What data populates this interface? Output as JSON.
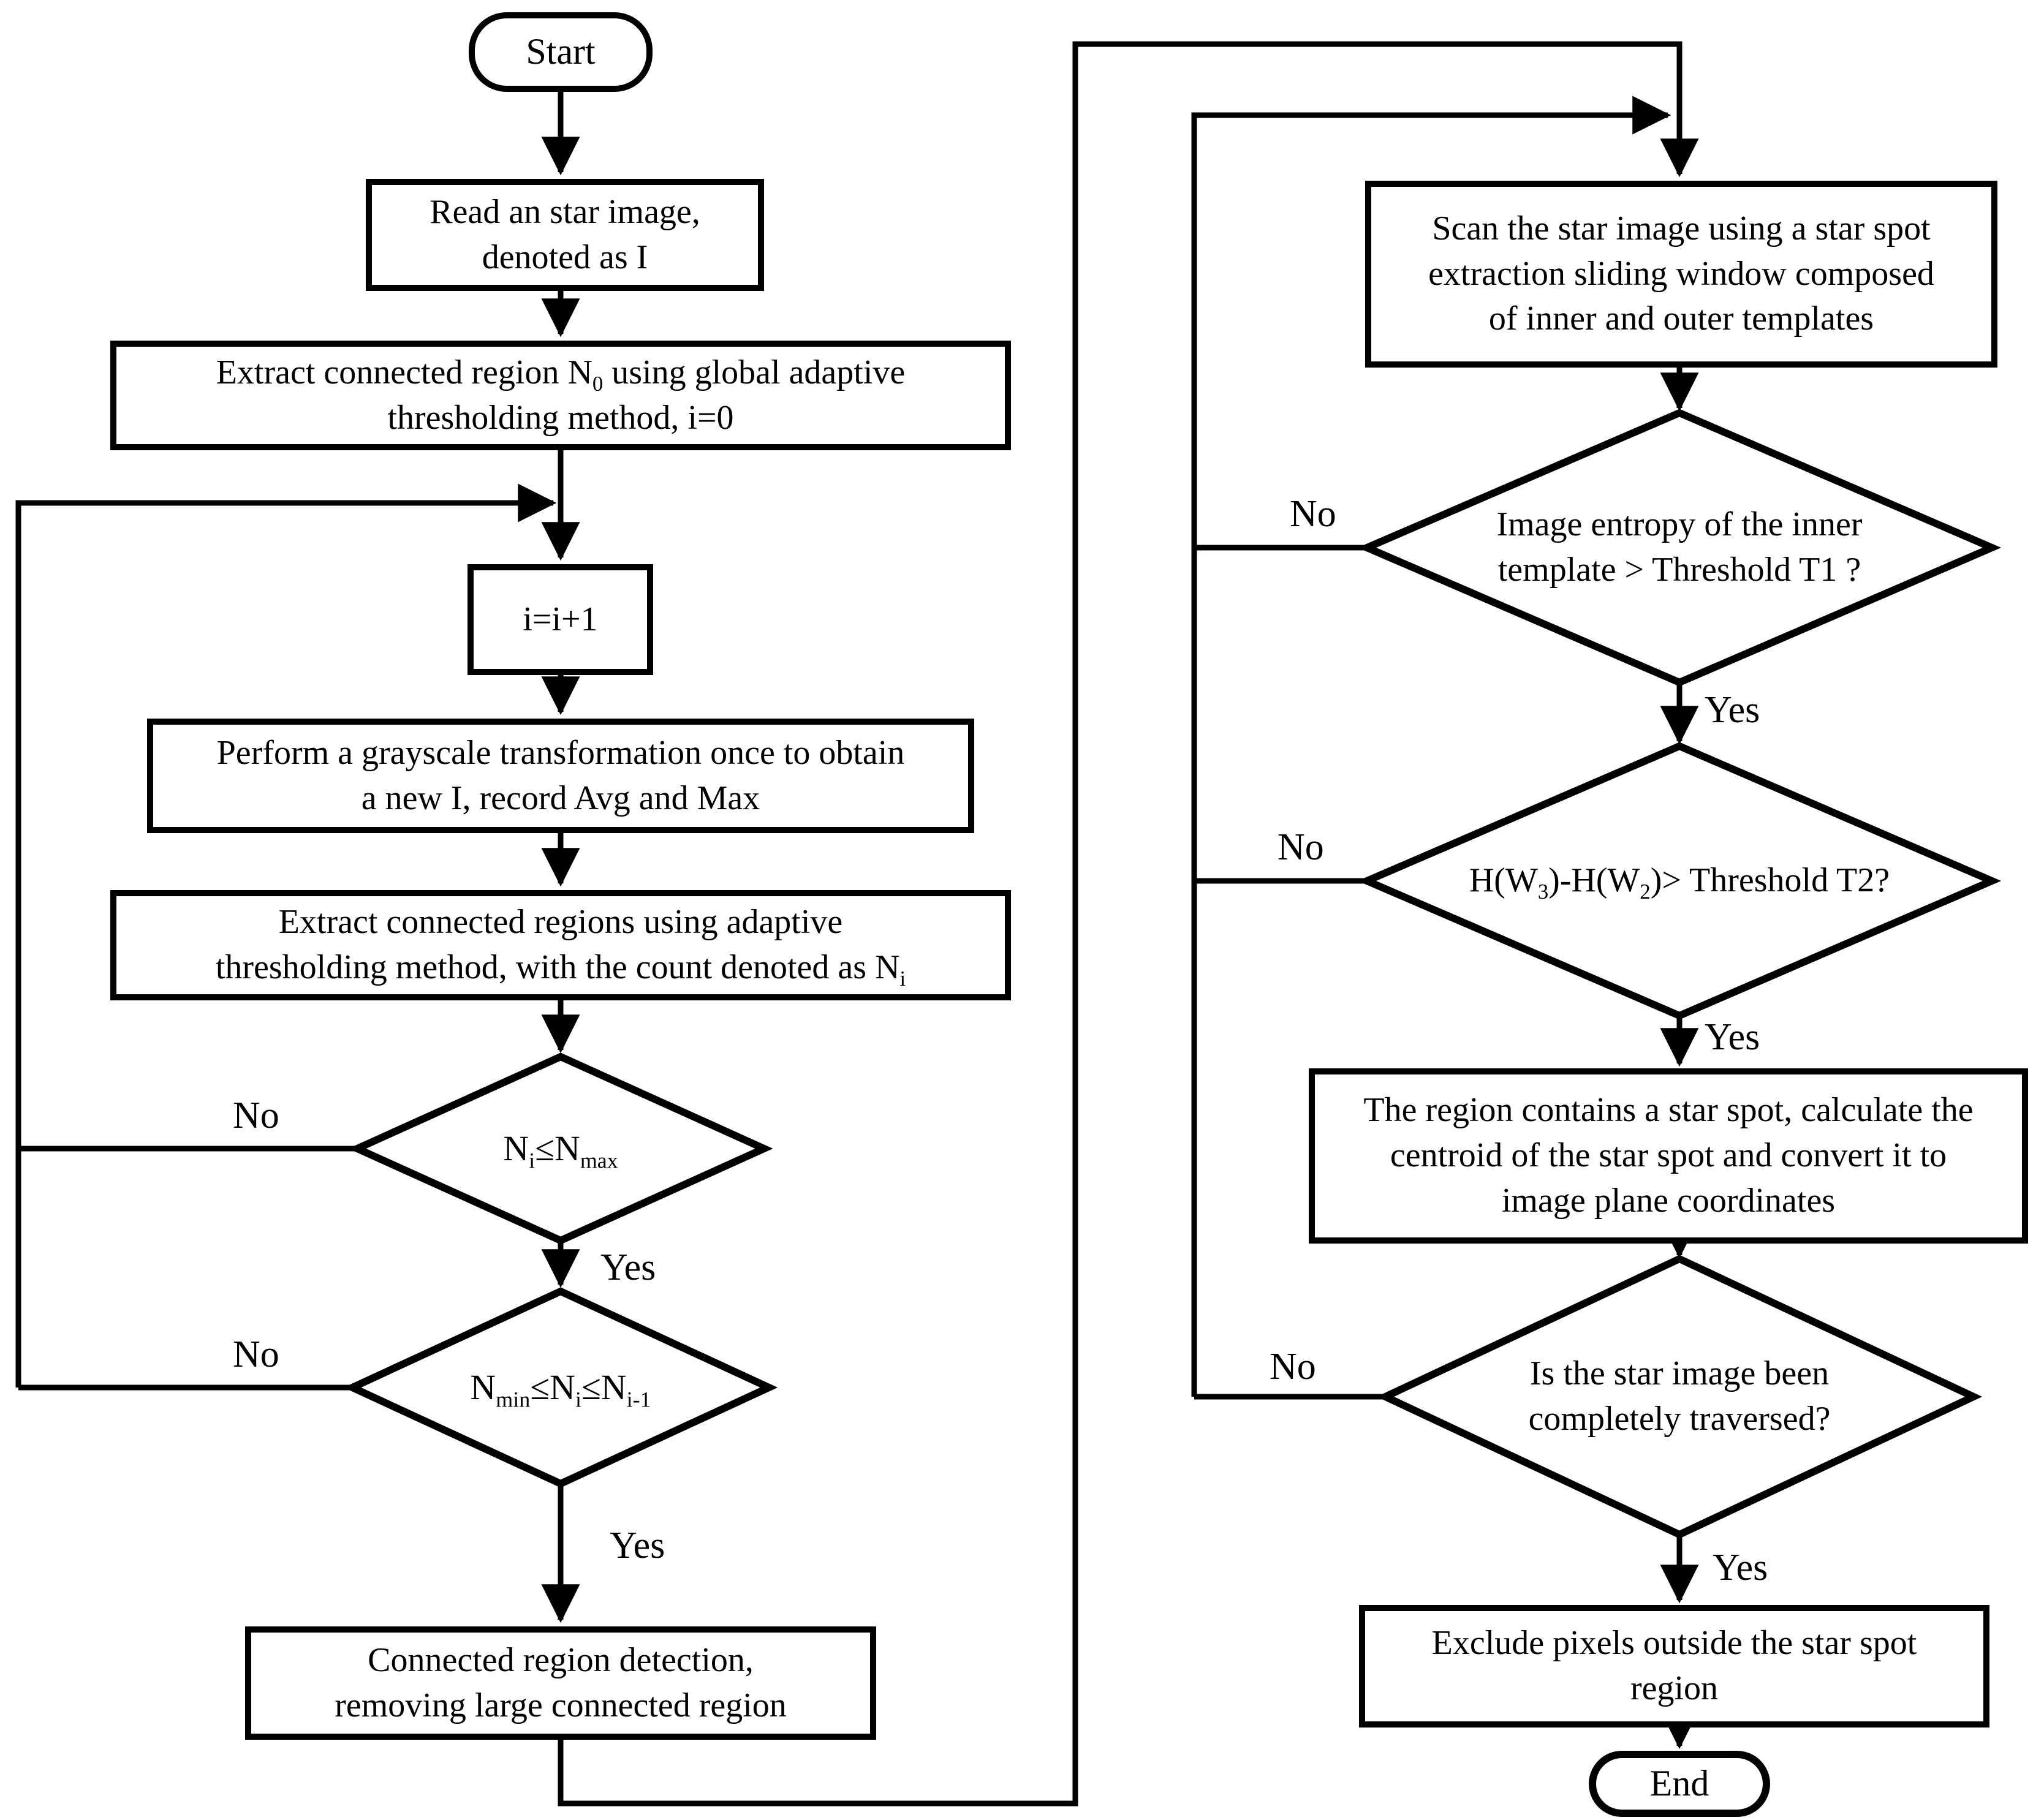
{
  "diagram_type": "flowchart",
  "nodes": {
    "start": {
      "text": "Start"
    },
    "read": {
      "line1": "Read an star image,",
      "line2": "denoted as I"
    },
    "extract_n0": {
      "l1a": "Extract connected region N",
      "l1sub": "0",
      "l1b": " using global adaptive",
      "line2": "thresholding method, i=0"
    },
    "increment": {
      "text": "i=i+1"
    },
    "perform": {
      "line1": "Perform a grayscale transformation once to obtain",
      "line2": "a new I, record Avg and Max"
    },
    "extract_ni": {
      "line1": "Extract connected regions using adaptive",
      "l2a": "thresholding method, with the count denoted as N",
      "l2sub": "i"
    },
    "d1": {
      "a": "N",
      "asub": "i",
      "b": "≤N",
      "bsub": "max"
    },
    "d2": {
      "a": "N",
      "asub": "min",
      "b": "≤N",
      "bsub": "i",
      "c": "≤N",
      "csub": "i-1"
    },
    "region_detect": {
      "line1": "Connected region detection,",
      "line2": "removing large connected region"
    },
    "scan": {
      "line1": "Scan the star image using a star spot",
      "line2": "extraction sliding window composed",
      "line3": "of inner and outer templates"
    },
    "d3": {
      "line1": "Image entropy of the inner",
      "line2": "template > Threshold T1 ?"
    },
    "d4": {
      "a": "H(W",
      "asub": "3",
      "b": ")-H(W",
      "bsub": "2",
      "c": ")> Threshold T2?"
    },
    "centroid": {
      "line1": "The region contains a star spot, calculate the",
      "line2": "centroid of the star spot and convert it to",
      "line3": "image plane coordinates"
    },
    "d5": {
      "line1": "Is the star image been",
      "line2": "completely traversed?"
    },
    "exclude": {
      "line1": "Exclude pixels outside the star spot",
      "line2": "region"
    },
    "end": {
      "text": "End"
    }
  },
  "labels": {
    "yes": "Yes",
    "no": "No"
  },
  "colors": {
    "line": "#000000",
    "background": "#ffffff"
  }
}
